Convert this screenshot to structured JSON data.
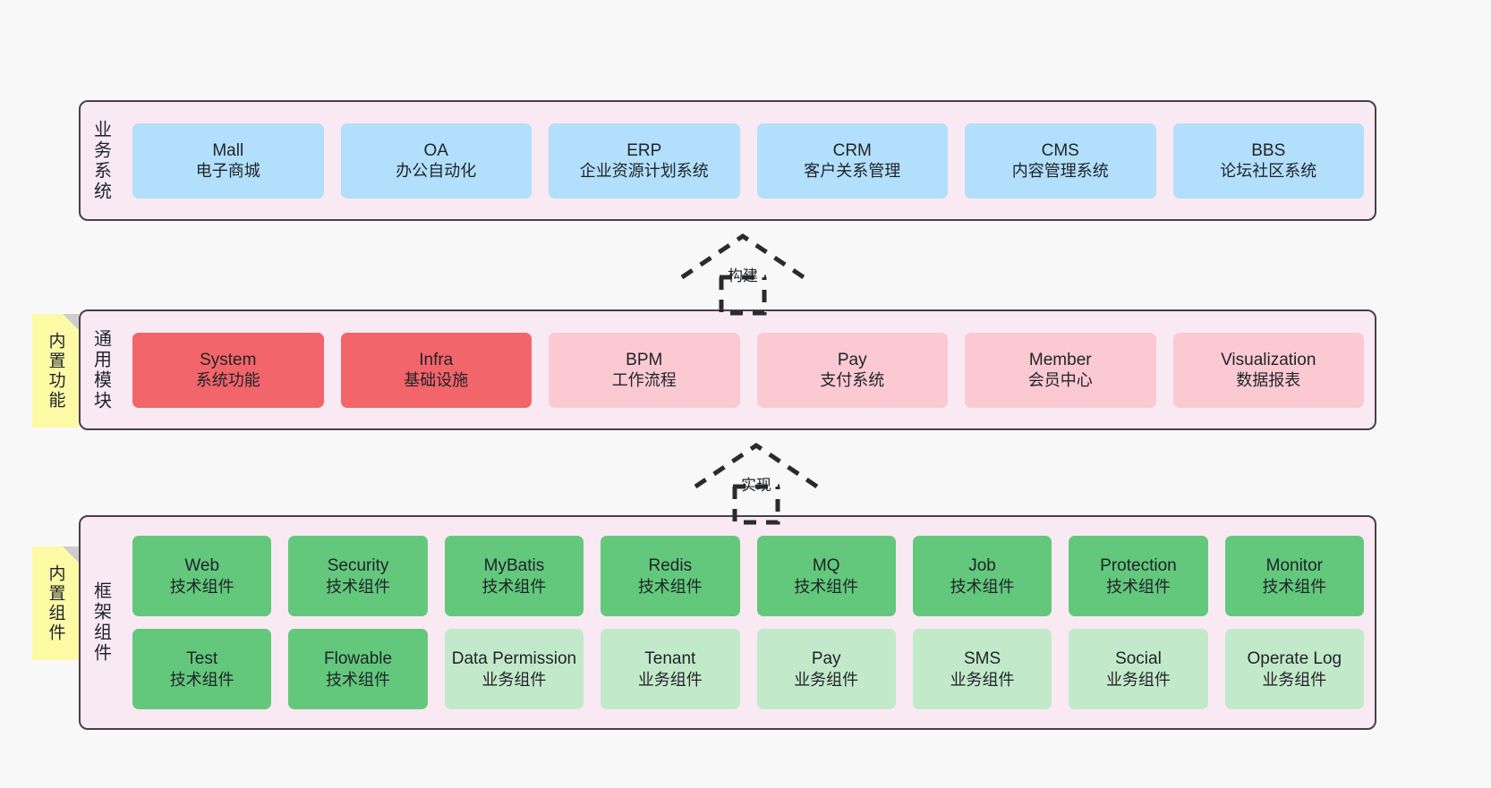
{
  "diagram": {
    "layers": [
      {
        "id": "business-system",
        "title": "业务系统",
        "note": null,
        "rows": [
          {
            "cards": [
              {
                "name": "Mall",
                "sub": "电子商城",
                "color": "#b2dffb",
                "style": "c-blue"
              },
              {
                "name": "OA",
                "sub": "办公自动化",
                "color": "#b2dffb",
                "style": "c-blue"
              },
              {
                "name": "ERP",
                "sub": "企业资源计划系统",
                "color": "#b2dffb",
                "style": "c-blue"
              },
              {
                "name": "CRM",
                "sub": "客户关系管理",
                "color": "#b2dffb",
                "style": "c-blue"
              },
              {
                "name": "CMS",
                "sub": "内容管理系统",
                "color": "#b2dffb",
                "style": "c-blue"
              },
              {
                "name": "BBS",
                "sub": "论坛社区系统",
                "color": "#b2dffb",
                "style": "c-blue"
              }
            ]
          }
        ]
      },
      {
        "id": "common-modules",
        "title": "通用模块",
        "note": "内置功能",
        "rows": [
          {
            "cards": [
              {
                "name": "System",
                "sub": "系统功能",
                "color": "#f2656a",
                "style": "c-red"
              },
              {
                "name": "Infra",
                "sub": "基础设施",
                "color": "#f2656a",
                "style": "c-red"
              },
              {
                "name": "BPM",
                "sub": "工作流程",
                "color": "#fbc9d2",
                "style": "c-pink"
              },
              {
                "name": "Pay",
                "sub": "支付系统",
                "color": "#fbc9d2",
                "style": "c-pink"
              },
              {
                "name": "Member",
                "sub": "会员中心",
                "color": "#fbc9d2",
                "style": "c-pink"
              },
              {
                "name": "Visualization",
                "sub": "数据报表",
                "color": "#fbc9d2",
                "style": "c-pink"
              }
            ]
          }
        ]
      },
      {
        "id": "framework-components",
        "title": "框架组件",
        "note": "内置组件",
        "rows": [
          {
            "cards": [
              {
                "name": "Web",
                "sub": "技术组件",
                "color": "#63c87c",
                "style": "c-green"
              },
              {
                "name": "Security",
                "sub": "技术组件",
                "color": "#63c87c",
                "style": "c-green"
              },
              {
                "name": "MyBatis",
                "sub": "技术组件",
                "color": "#63c87c",
                "style": "c-green"
              },
              {
                "name": "Redis",
                "sub": "技术组件",
                "color": "#63c87c",
                "style": "c-green"
              },
              {
                "name": "MQ",
                "sub": "技术组件",
                "color": "#63c87c",
                "style": "c-green"
              },
              {
                "name": "Job",
                "sub": "技术组件",
                "color": "#63c87c",
                "style": "c-green"
              },
              {
                "name": "Protection",
                "sub": "技术组件",
                "color": "#63c87c",
                "style": "c-green"
              },
              {
                "name": "Monitor",
                "sub": "技术组件",
                "color": "#63c87c",
                "style": "c-green"
              }
            ]
          },
          {
            "cards": [
              {
                "name": "Test",
                "sub": "技术组件",
                "color": "#63c87c",
                "style": "c-green"
              },
              {
                "name": "Flowable",
                "sub": "技术组件",
                "color": "#63c87c",
                "style": "c-green"
              },
              {
                "name": "Data Permission",
                "sub": "业务组件",
                "color": "#c3e9cb",
                "style": "c-greenlight"
              },
              {
                "name": "Tenant",
                "sub": "业务组件",
                "color": "#c3e9cb",
                "style": "c-greenlight"
              },
              {
                "name": "Pay",
                "sub": "业务组件",
                "color": "#c3e9cb",
                "style": "c-greenlight"
              },
              {
                "name": "SMS",
                "sub": "业务组件",
                "color": "#c3e9cb",
                "style": "c-greenlight"
              },
              {
                "name": "Social",
                "sub": "业务组件",
                "color": "#c3e9cb",
                "style": "c-greenlight"
              },
              {
                "name": "Operate Log",
                "sub": "业务组件",
                "color": "#c3e9cb",
                "style": "c-greenlight"
              }
            ]
          }
        ]
      }
    ],
    "arrows": [
      {
        "id": "build-arrow",
        "label": "构建"
      },
      {
        "id": "implement-arrow",
        "label": "实现"
      }
    ],
    "colors": {
      "canvas_background": "#f8f8f8",
      "layer_background": "#f9e9f3",
      "layer_border": "#4a3f47",
      "note_background": "#fdfaa6",
      "note_fold": "#cdcdcd",
      "arrow_stroke": "#2b2b2b",
      "text": "#1f2328"
    }
  }
}
